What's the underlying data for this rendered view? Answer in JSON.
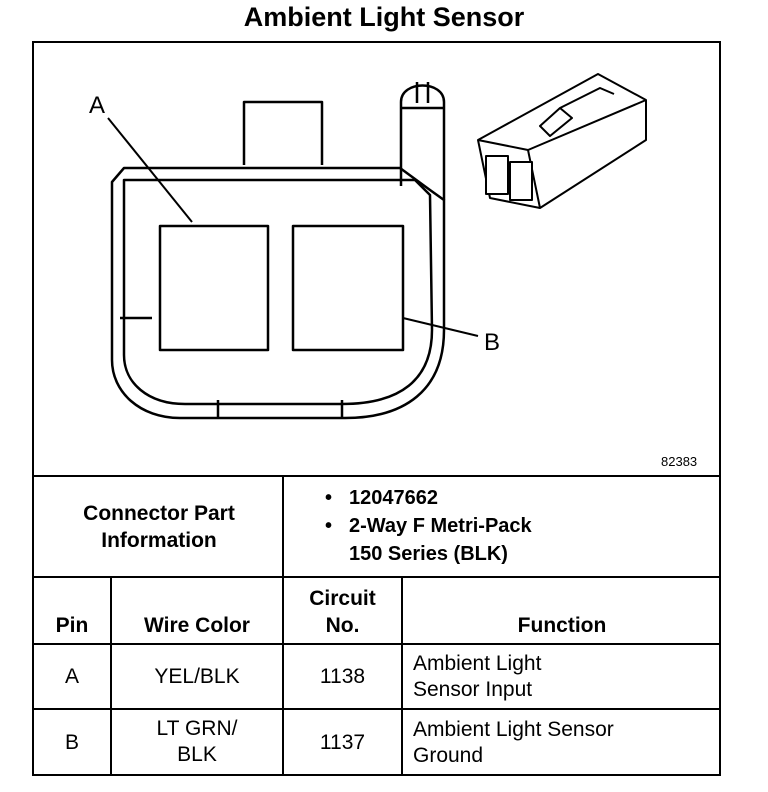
{
  "title": "Ambient Light Sensor",
  "figure": {
    "callout_a": "A",
    "callout_b": "B",
    "figure_number": "82383"
  },
  "connector_info": {
    "label_line1": "Connector Part",
    "label_line2": "Information",
    "bullet_glyph": "•",
    "part_number": "12047662",
    "description_line1": "2-Way F Metri-Pack",
    "description_line2": "150 Series (BLK)"
  },
  "table": {
    "headers": {
      "pin": "Pin",
      "wire_color": "Wire Color",
      "circuit_line1": "Circuit",
      "circuit_line2": "No.",
      "function": "Function"
    },
    "rows": [
      {
        "pin": "A",
        "wire_line1": "YEL/BLK",
        "wire_line2": "",
        "circuit": "1138",
        "function_line1": "Ambient Light",
        "function_line2": "Sensor Input"
      },
      {
        "pin": "B",
        "wire_line1": "LT GRN/",
        "wire_line2": "BLK",
        "circuit": "1137",
        "function_line1": "Ambient Light Sensor",
        "function_line2": "Ground"
      }
    ]
  }
}
